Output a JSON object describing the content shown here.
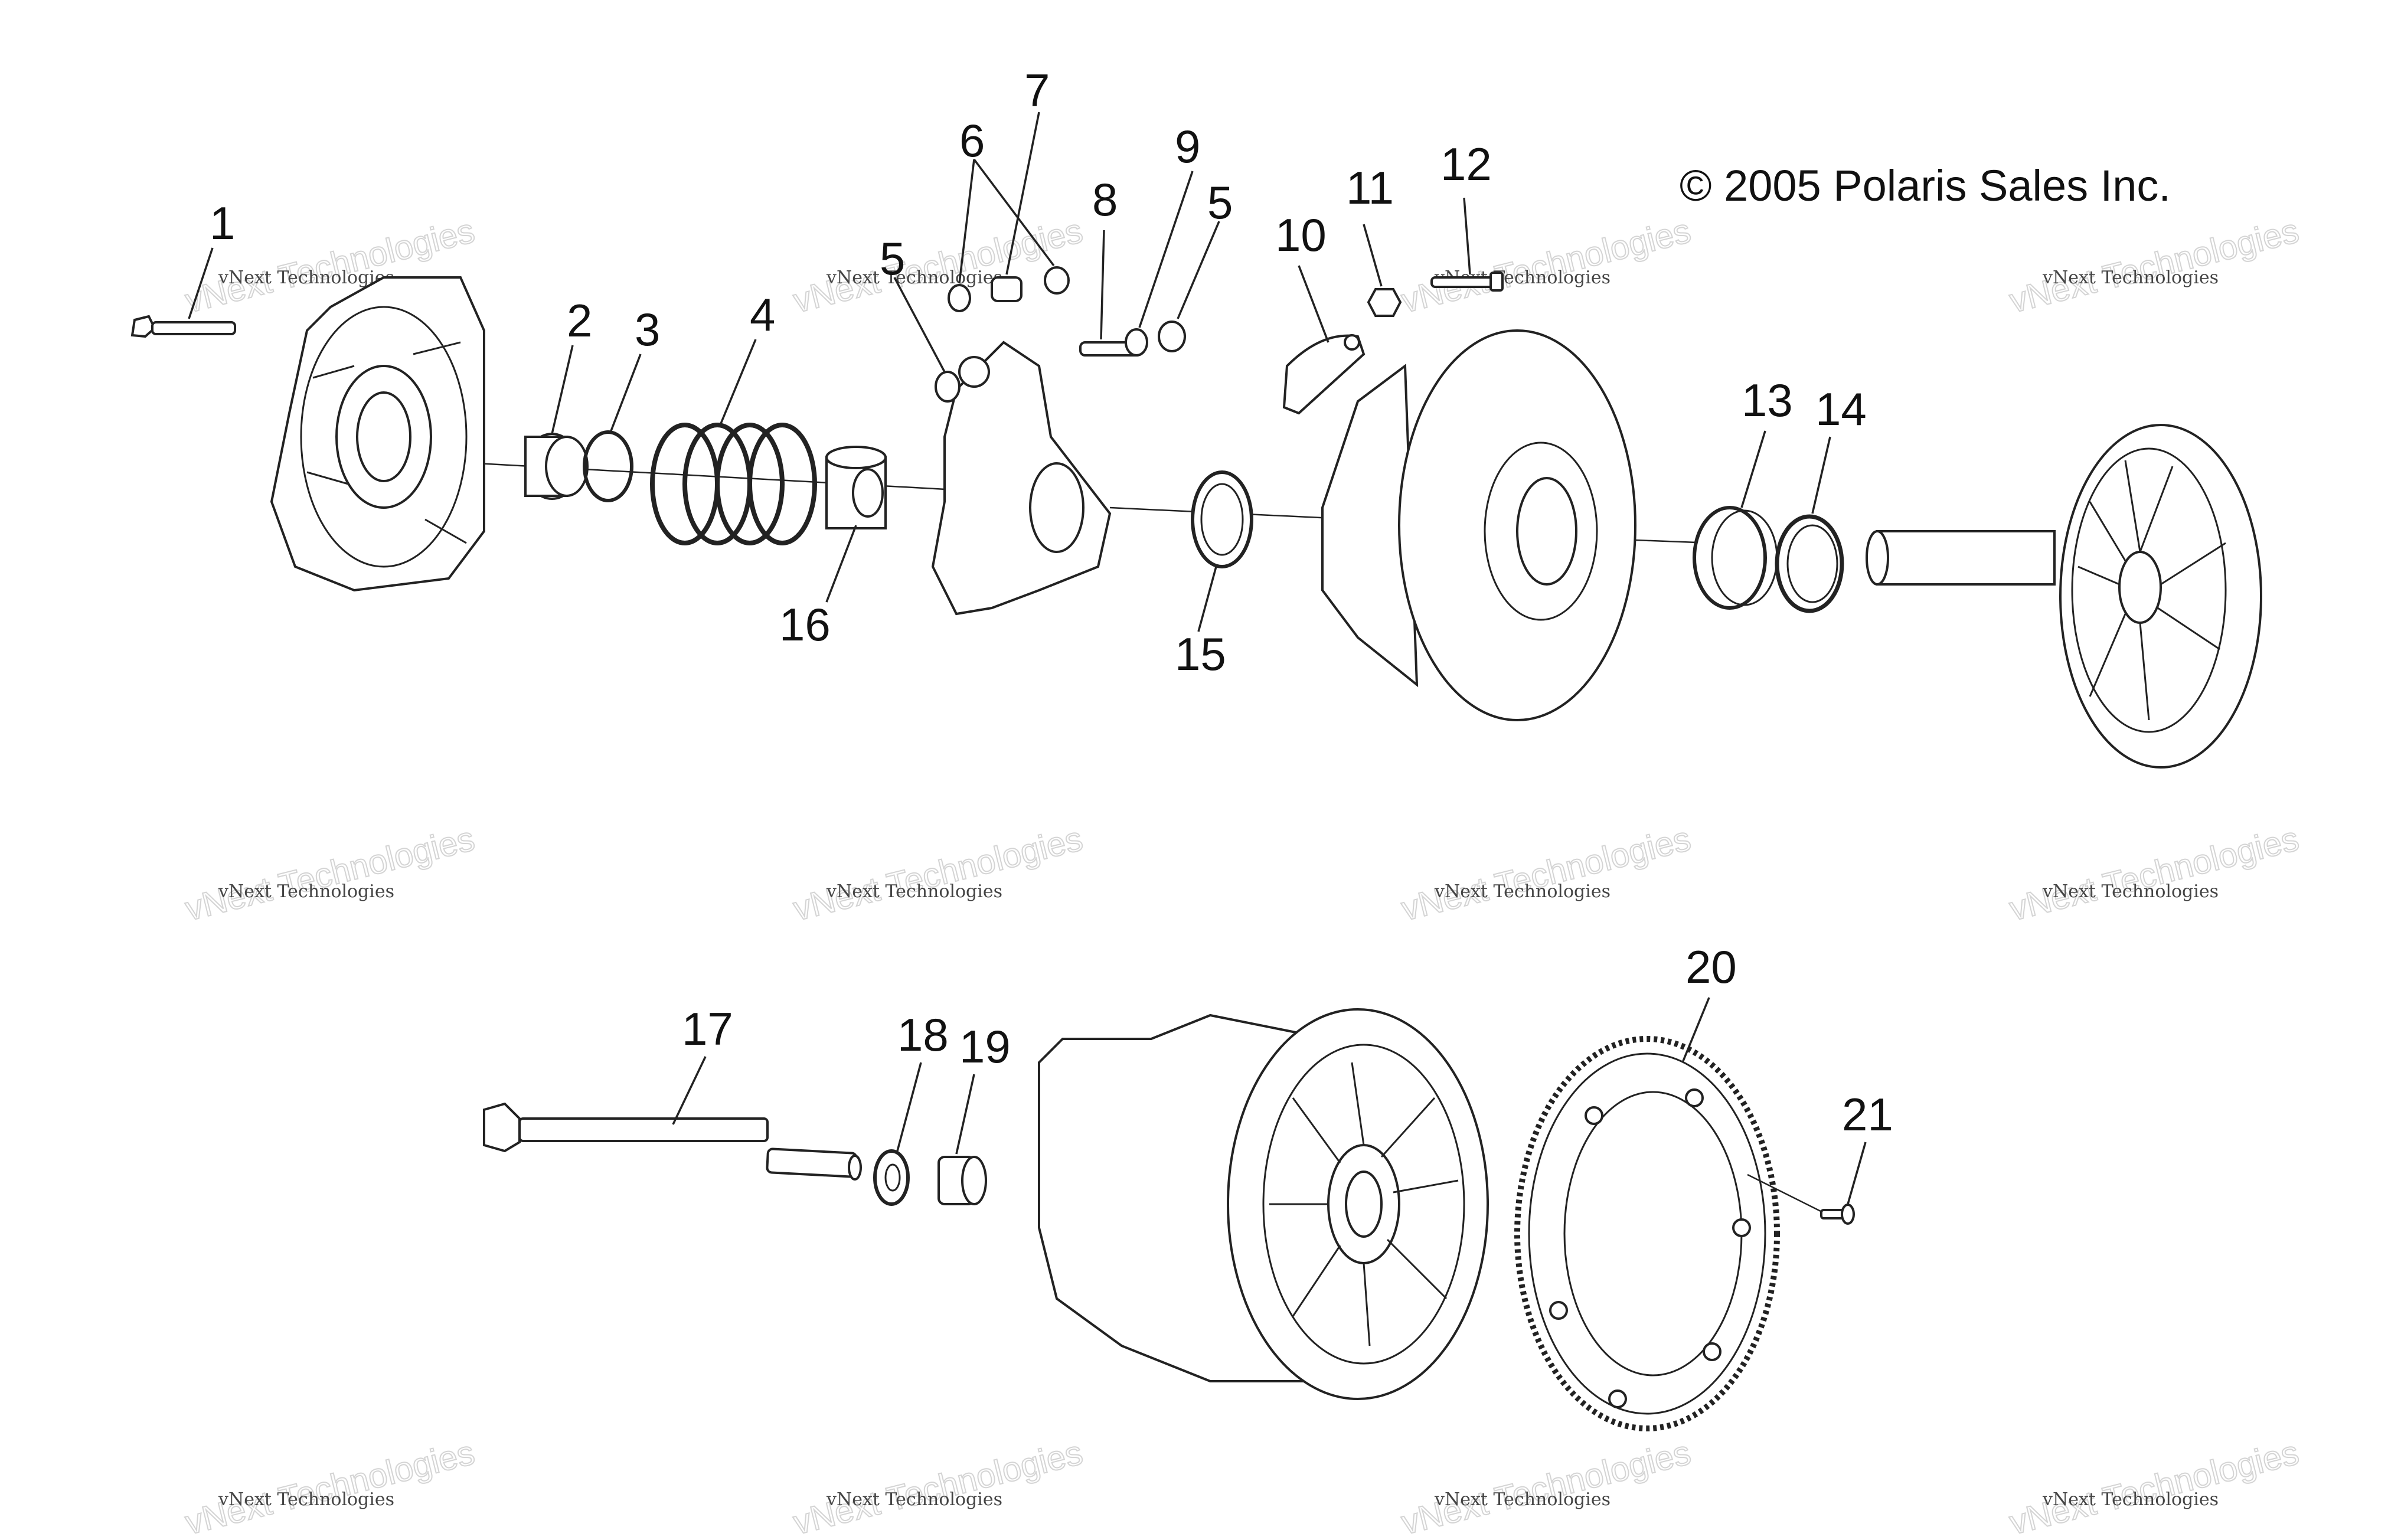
{
  "copyright": "© 2005 Polaris Sales Inc.",
  "watermark": {
    "big_text": "vNext Technologies",
    "small_text": "vNext Technologies"
  },
  "callouts": [
    {
      "id": "1",
      "label": "1"
    },
    {
      "id": "2",
      "label": "2"
    },
    {
      "id": "3",
      "label": "3"
    },
    {
      "id": "4",
      "label": "4"
    },
    {
      "id": "5a",
      "label": "5"
    },
    {
      "id": "5b",
      "label": "5"
    },
    {
      "id": "6",
      "label": "6"
    },
    {
      "id": "7",
      "label": "7"
    },
    {
      "id": "8",
      "label": "8"
    },
    {
      "id": "9",
      "label": "9"
    },
    {
      "id": "10",
      "label": "10"
    },
    {
      "id": "11",
      "label": "11"
    },
    {
      "id": "12",
      "label": "12"
    },
    {
      "id": "13",
      "label": "13"
    },
    {
      "id": "14",
      "label": "14"
    },
    {
      "id": "15",
      "label": "15"
    },
    {
      "id": "16",
      "label": "16"
    },
    {
      "id": "17",
      "label": "17"
    },
    {
      "id": "18",
      "label": "18"
    },
    {
      "id": "19",
      "label": "19"
    },
    {
      "id": "20",
      "label": "20"
    },
    {
      "id": "21",
      "label": "21"
    }
  ]
}
